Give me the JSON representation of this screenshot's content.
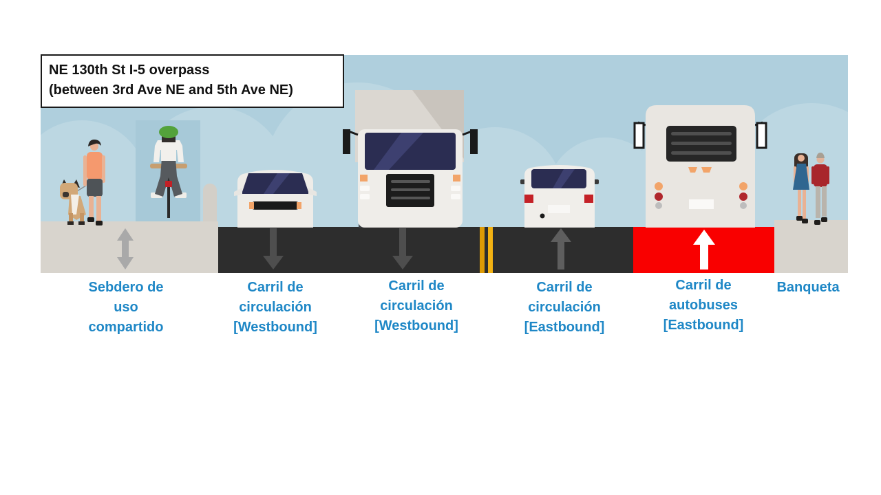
{
  "title": {
    "line1": "NE 130th St I-5 overpass",
    "line2": "(between 3rd Ave NE and 5th Ave NE)"
  },
  "lanes": [
    {
      "name": "shared-use-path",
      "direction": "two-way",
      "marking": "double-headed-gray-arrow",
      "label_lines": [
        "Sebdero de",
        "uso",
        "compartido"
      ]
    },
    {
      "name": "general-lane-westbound-1",
      "direction": "westbound",
      "marking": "gray-down-arrow",
      "label_lines": [
        "Carril de",
        "circulación",
        "[Westbound]"
      ]
    },
    {
      "name": "general-lane-westbound-2",
      "direction": "westbound",
      "marking": "gray-down-arrow",
      "label_lines": [
        "Carril de",
        "circulación",
        "[Westbound]"
      ]
    },
    {
      "name": "general-lane-eastbound",
      "direction": "eastbound",
      "marking": "gray-up-arrow",
      "label_lines": [
        "Carril de",
        "circulación",
        "[Eastbound]"
      ]
    },
    {
      "name": "bus-lane-eastbound",
      "direction": "eastbound",
      "marking": "white-up-arrow",
      "label_lines": [
        "Carril de",
        "autobuses",
        "[Eastbound]"
      ]
    },
    {
      "name": "sidewalk",
      "direction": "none",
      "marking": "none",
      "label_lines": [
        "Banqueta"
      ]
    }
  ],
  "scene": {
    "vehicles": [
      "white-car-front-westbound",
      "white-box-truck-westbound",
      "white-car-rear-eastbound",
      "bus-rear-eastbound"
    ],
    "people": [
      "pedestrian-walking-dog",
      "cyclist-green-helmet",
      "pedestrian-couple"
    ],
    "road_markings": [
      "double-yellow-center-line"
    ]
  },
  "colors": {
    "accent": "#1E87C6",
    "title_text": "#111111",
    "road": "#2D2D2D",
    "bus_lane_red": "#F90000",
    "lane_stripe_yellow": "#F3B213",
    "lane_stripe_yellow_dark": "#DD9A05",
    "sky": "#AFCFDD",
    "cloud": "#BCD7E2",
    "sidewalk": "#D8D4CD",
    "bike_zone": "#A7C9D8",
    "arrow_gray": "#4E4E4E",
    "arrow_light_gray": "#A9A9A9"
  }
}
